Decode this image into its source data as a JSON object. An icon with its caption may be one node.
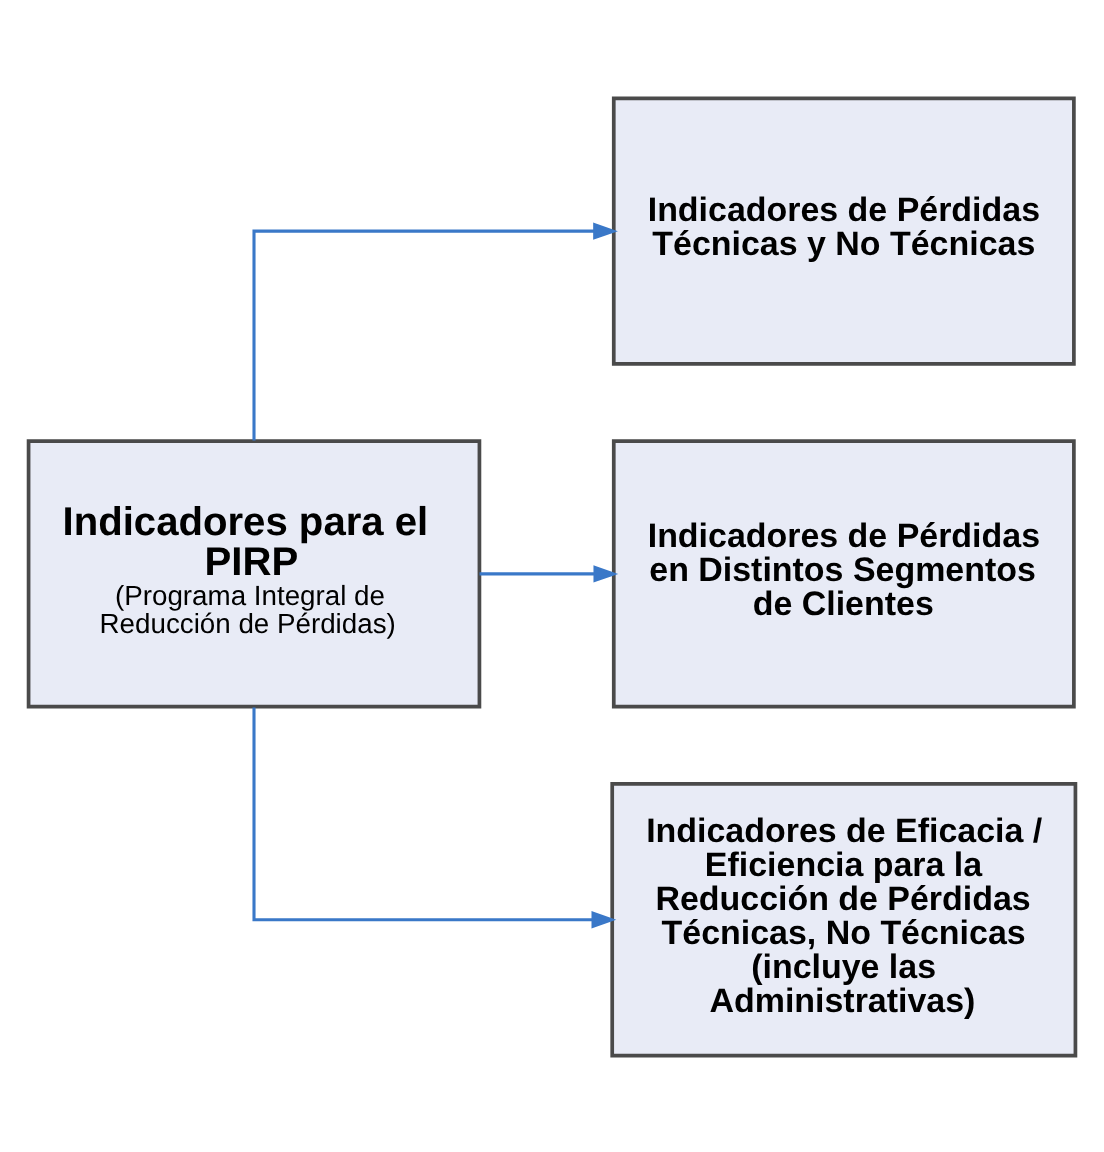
{
  "diagram": {
    "nodes": [
      {
        "text": [
          "Indicadores para el PIRP",
          "(Programa Integral de Reducción de Pérdidas)"
        ]
      },
      {
        "text": [
          "Indicadores de Pérdidas Técnicas y No Técnicas"
        ]
      },
      {
        "text": [
          "Indicadores de Pérdidas en Distintos Segmentos de Clientes"
        ]
      },
      {
        "text": [
          "Indicadores de Eficacia / Eficiencia para la Reducción de Pérdidas Técnicas, No Técnicas (incluye las Administrativas)"
        ]
      }
    ],
    "edges": [
      {
        "from": 0,
        "to": 1,
        "arrow": "to"
      },
      {
        "from": 0,
        "to": 2,
        "arrow": "to"
      },
      {
        "from": 0,
        "to": 3,
        "arrow": "to"
      }
    ]
  }
}
